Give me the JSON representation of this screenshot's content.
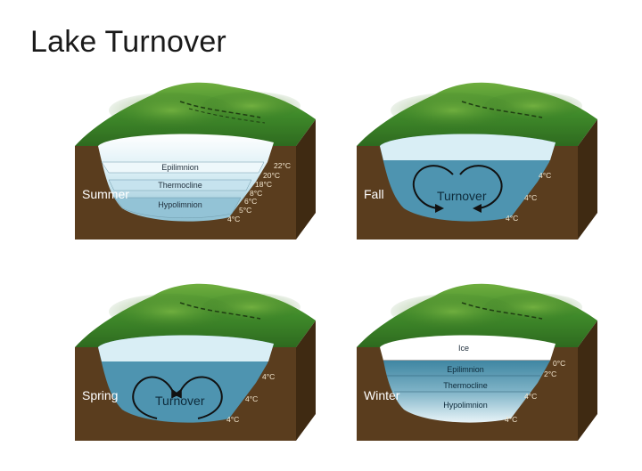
{
  "title": "Lake Turnover",
  "panels": {
    "summer": {
      "season": "Summer",
      "layers": [
        "Epilimnion",
        "Thermocline",
        "Hypolimnion"
      ],
      "temps": [
        "22°C",
        "20°C",
        "18°C",
        "8°C",
        "6°C",
        "5°C",
        "4°C"
      ]
    },
    "fall": {
      "season": "Fall",
      "label": "Turnover",
      "temps": [
        "4°C",
        "4°C",
        "4°C"
      ]
    },
    "spring": {
      "season": "Spring",
      "label": "Turnover",
      "temps": [
        "4°C",
        "4°C",
        "4°C"
      ]
    },
    "winter": {
      "season": "Winter",
      "layers": [
        "Ice",
        "Epilimnion",
        "Thermocline",
        "Hypolimnion"
      ],
      "temps": [
        "0°C",
        "2°C",
        "4°C",
        "4°C"
      ]
    }
  },
  "colors": {
    "soil": "#5a3d1e",
    "soil_dark": "#3f2a12",
    "forest": "#4a8a2c",
    "water_light": "#dbeef4",
    "water_mid": "#7fb3c7",
    "water_deep": "#4e94b0"
  }
}
